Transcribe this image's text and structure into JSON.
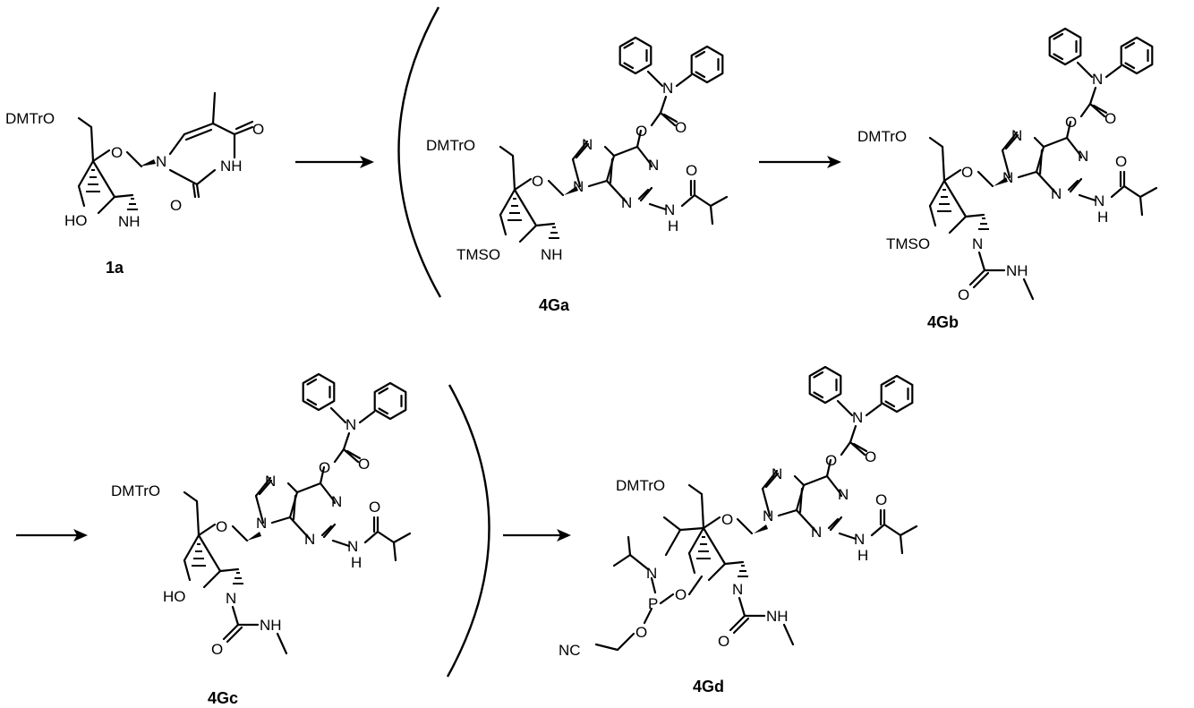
{
  "scheme": {
    "compounds": [
      {
        "id": "1a",
        "label": "1a",
        "substituents": {
          "five_prime": "DMTrO",
          "three_prime": "HO",
          "bridge": "NH",
          "nucleobase": "thymine"
        }
      },
      {
        "id": "4Ga",
        "label": "4Ga",
        "substituents": {
          "five_prime": "DMTrO",
          "three_prime": "TMSO",
          "bridge": "NH",
          "nucleobase": "guanine"
        }
      },
      {
        "id": "4Gb",
        "label": "4Gb",
        "substituents": {
          "five_prime": "DMTrO",
          "three_prime": "TMSO",
          "bridge": "N",
          "nucleobase": "guanine"
        }
      },
      {
        "id": "4Gc",
        "label": "4Gc",
        "substituents": {
          "five_prime": "DMTrO",
          "three_prime": "HO",
          "bridge": "N",
          "nucleobase": "guanine"
        }
      },
      {
        "id": "4Gd",
        "label": "4Gd",
        "substituents": {
          "five_prime": "DMTrO",
          "three_prime": "P-O",
          "bridge": "N",
          "nucleobase": "guanine"
        }
      }
    ],
    "atoms": {
      "dmtro": "DMTrO",
      "ring_o": "O",
      "n": "N",
      "nh": "NH",
      "h": "H",
      "o": "O",
      "ho": "HO",
      "tmso": "TMSO",
      "p": "P",
      "nc": "NC"
    },
    "arrows": 4,
    "parentheses": [
      "(",
      ")"
    ]
  }
}
